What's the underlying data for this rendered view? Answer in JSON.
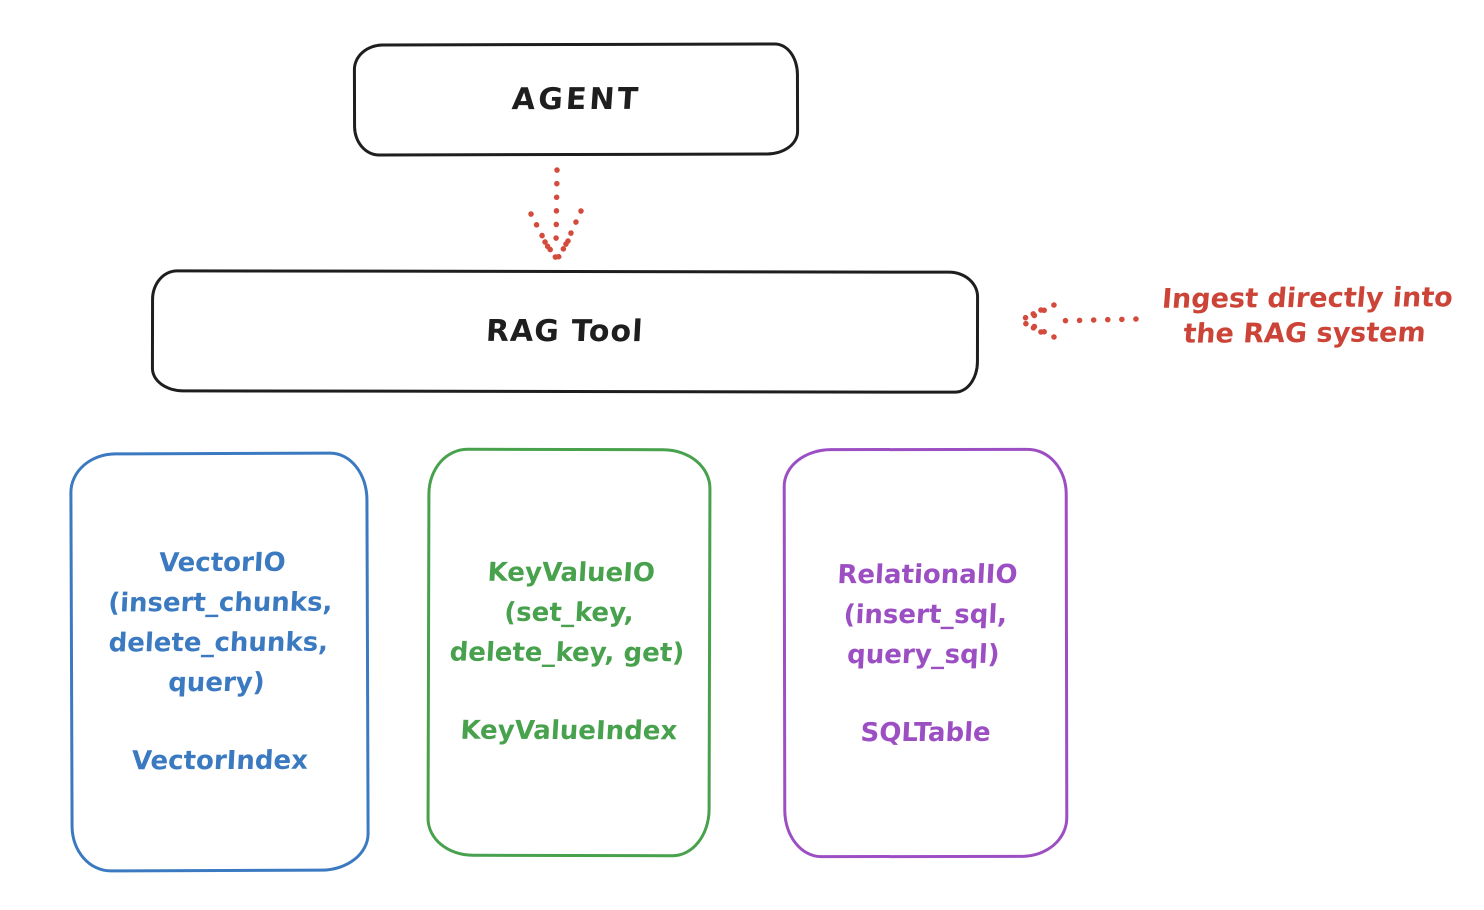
{
  "agent_box": {
    "label": "AGENT"
  },
  "rag_tool_box": {
    "label": "RAG Tool"
  },
  "annotation": {
    "line1": "Ingest directly into",
    "line2": "the RAG system"
  },
  "backend_boxes": [
    {
      "id": "vector-io",
      "color": "#3b7ac1",
      "lines": [
        "VectorIO",
        "(insert_chunks,",
        "delete_chunks,",
        "query)"
      ],
      "index_label": "VectorIndex"
    },
    {
      "id": "keyvalue-io",
      "color": "#48a14d",
      "lines": [
        "KeyValueIO",
        "(set_key,",
        "delete_key, get)"
      ],
      "index_label": "KeyValueIndex"
    },
    {
      "id": "relational-io",
      "color": "#9c4fc3",
      "lines": [
        "RelationalIO",
        "(insert_sql,",
        "query_sql)"
      ],
      "index_label": "SQLTable"
    }
  ],
  "colors": {
    "stroke": "#1e1e1e",
    "accent_red": "#cc4437",
    "blue": "#3b7ac1",
    "green": "#48a14d",
    "purple": "#9c4fc3",
    "background": "#ffffff"
  },
  "arrows": [
    {
      "name": "agent-to-rag-arrow",
      "style": "dotted",
      "direction": "down"
    },
    {
      "name": "ingest-annotation-arrow",
      "style": "dotted",
      "direction": "left"
    }
  ]
}
